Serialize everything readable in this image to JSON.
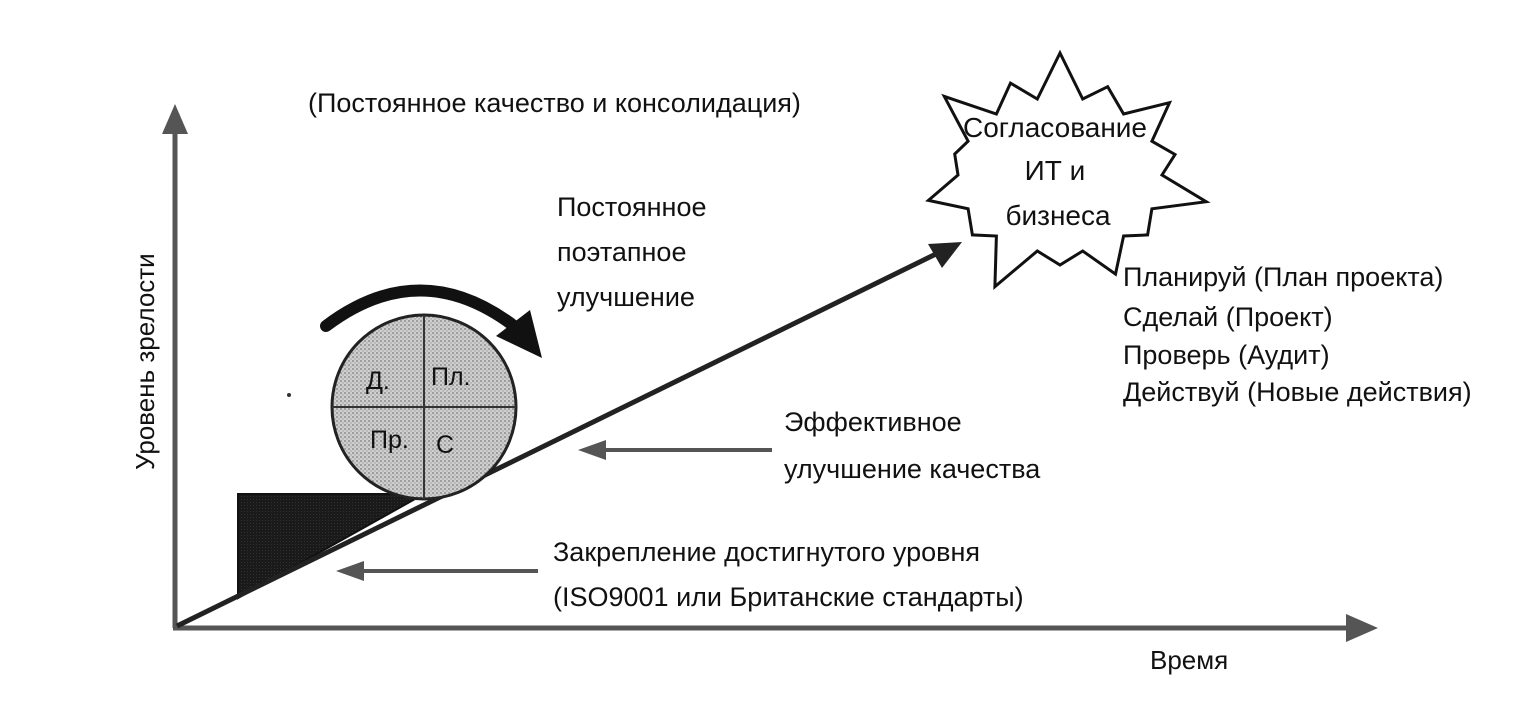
{
  "top_caption": "(Постоянное качество и консолидация)",
  "star_text": [
    "Согласование",
    "ИТ и",
    "бизнеса"
  ],
  "incremental_text": [
    "Постоянное",
    "поэтапное",
    "улучшение"
  ],
  "pdca_steps": [
    "Планируй (План проекта)",
    "Сделай (Проект)",
    "Проверь (Аудит)",
    "Действуй (Новые действия)"
  ],
  "quality_text": [
    "Эффективное",
    "улучшение качества"
  ],
  "consolidation_text": [
    "Закрепление достигнутого уровня",
    "(ISO9001 или Британские стандарты)"
  ],
  "y_axis_label": "Уровень зрелости",
  "x_axis_label": "Время",
  "wheel": {
    "q_do": "Д.",
    "q_plan": "Пл.",
    "q_check": "Пр.",
    "q_act": "С"
  },
  "colors": {
    "ink": "#111111",
    "axis": "#555555",
    "wheel_fill": "#c4c4c4",
    "wedge": "#1a1a1a"
  }
}
